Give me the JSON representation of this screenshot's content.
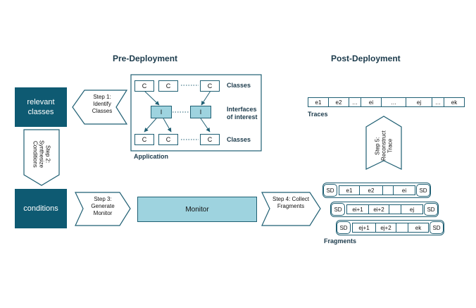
{
  "headers": {
    "pre": "Pre-Deployment",
    "post": "Post-Deployment"
  },
  "left_boxes": {
    "relevant": "relevant classes",
    "conditions": "conditions"
  },
  "steps": {
    "s1": "Step 1: Identify Classes",
    "s2": "Step 2: Synthesize Conditions",
    "s3": "Step 3: Generate Monitor",
    "s4": "Step 4: Collect Fragments",
    "s5": "Step 5: Reconstruct Trace"
  },
  "application": {
    "label": "Application",
    "class_char": "C",
    "interface_char": "I",
    "classes_label": "Classes",
    "interfaces_label": "Interfaces of interest"
  },
  "monitor": "Monitor",
  "traces": {
    "label": "Traces",
    "cells": [
      "e1",
      "e2",
      "…",
      "ei",
      "…",
      "ej",
      "…",
      "ek"
    ]
  },
  "fragments": {
    "label": "Fragments",
    "sd": "SD",
    "rows": [
      [
        "e1",
        "e2",
        "",
        "ei"
      ],
      [
        "ei+1",
        "ei+2",
        "",
        "ej"
      ],
      [
        "ej+1",
        "ej+2",
        "",
        "ek"
      ]
    ]
  },
  "colors": {
    "dark": "#0e5a72",
    "light": "#9ed3df",
    "border": "#1f5f73"
  }
}
